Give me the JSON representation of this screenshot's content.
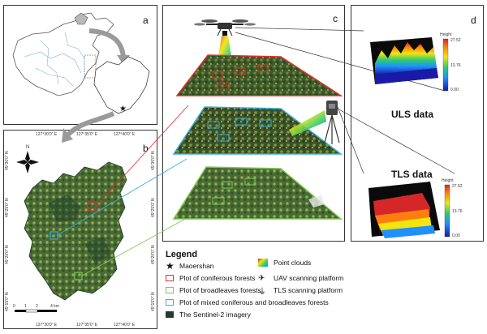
{
  "panels": {
    "a": "a",
    "b": "b",
    "c": "c",
    "d": "d"
  },
  "panel_b": {
    "north": "N",
    "coords_top": [
      "127°30'0\" E",
      "127°35'0\" E",
      "127°40'0\" E"
    ],
    "coords_bottom": [
      "127°30'0\" E",
      "127°35'0\" E",
      "127°40'0\" E"
    ],
    "coords_left": [
      "45°30'0\" N",
      "45°25'0\" N",
      "45°20'0\" N",
      "45°15'0\" N"
    ],
    "coords_right": [
      "45°30'0\" N",
      "45°25'0\" N",
      "45°20'0\" N",
      "45°15'0\" N"
    ],
    "scale_ticks": [
      "0",
      "1",
      "2",
      "4 km"
    ]
  },
  "panel_d": {
    "uls_label": "ULS data",
    "tls_label": "TLS data",
    "colorbar_title": "Height",
    "colorbar_ticks": [
      "27.52",
      "13.76",
      "0.00"
    ]
  },
  "legend": {
    "title": "Legend",
    "items": [
      {
        "label": "Maoershan",
        "type": "star"
      },
      {
        "label": "Plot of coniferous forests",
        "color": "#e03030"
      },
      {
        "label": "Plot of broadleaves forests",
        "color": "#7ec850"
      },
      {
        "label": "Plot of mixed coniferous and broadleaves forests",
        "color": "#3aaed8"
      },
      {
        "label": "The Sentinel-2 imagery",
        "color": "#1f3f28"
      }
    ],
    "right_items": [
      {
        "label": "Point clouds"
      },
      {
        "label": "UAV scanning platform"
      },
      {
        "label": "TLS scanning platform"
      }
    ]
  }
}
